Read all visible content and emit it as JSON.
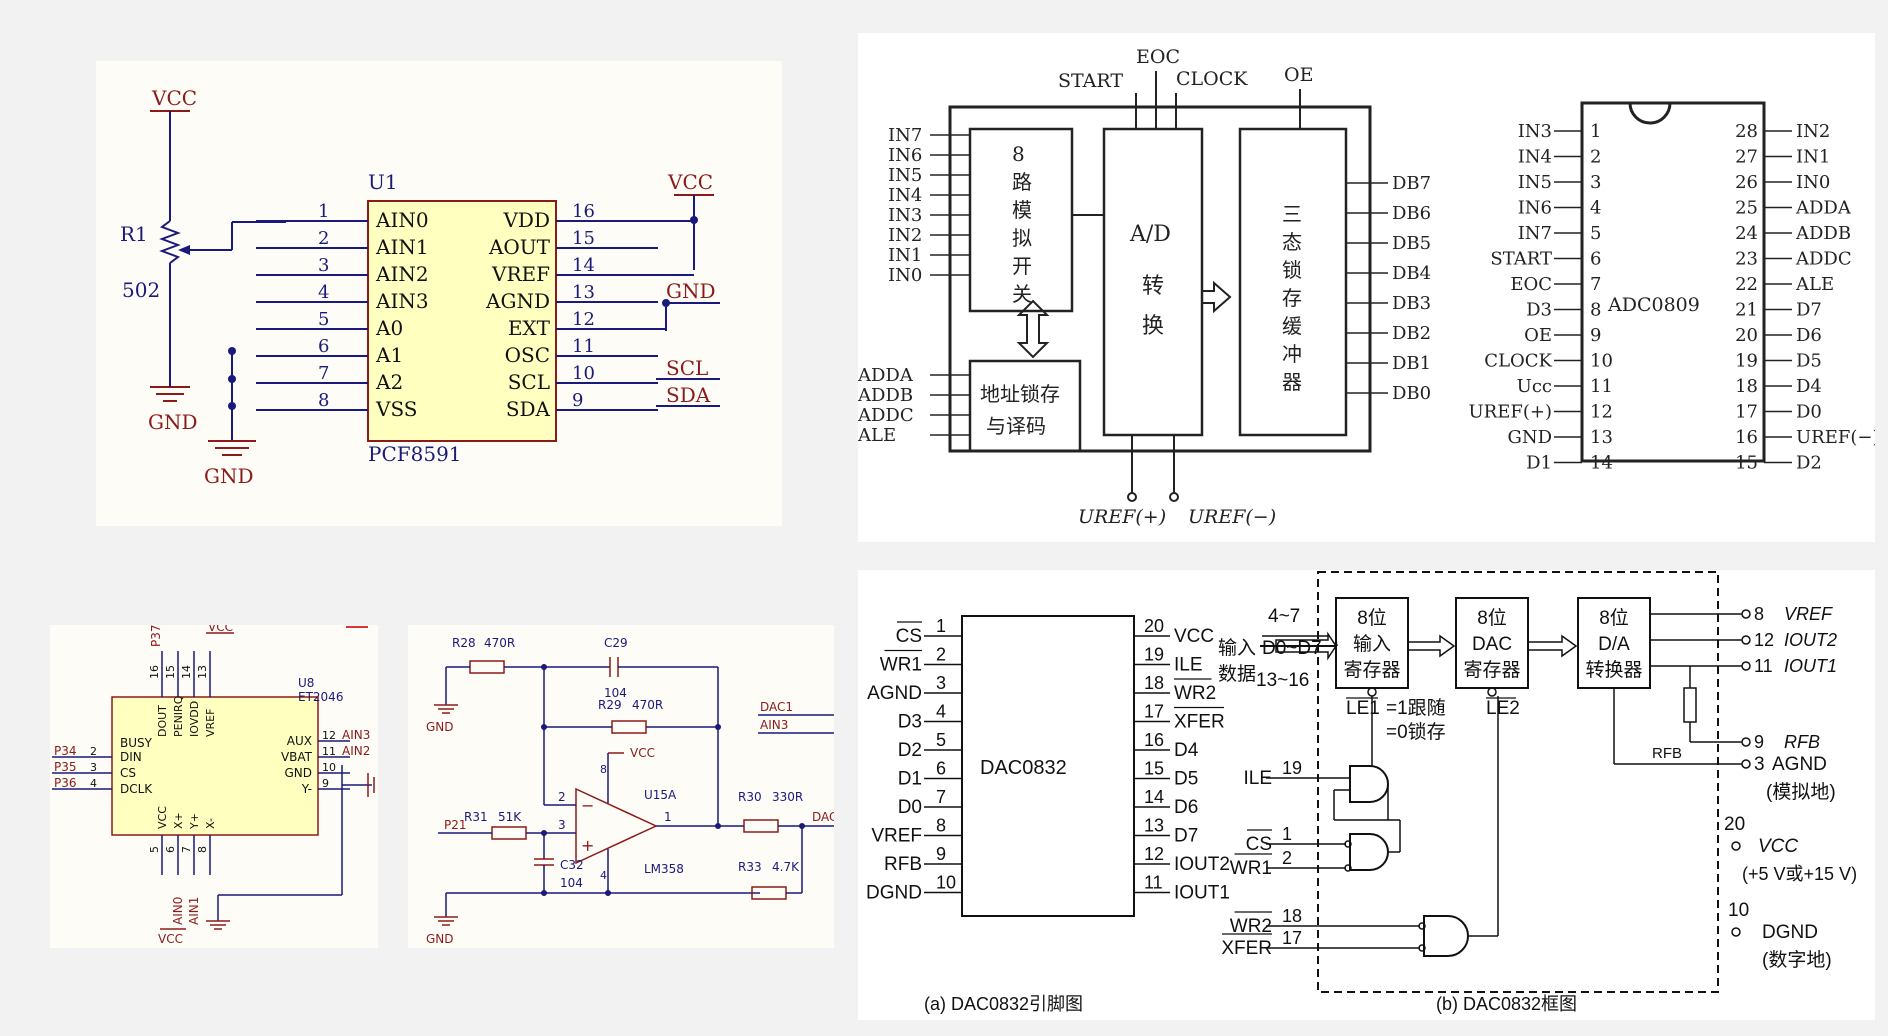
{
  "pcf": {
    "ref": "U1",
    "part": "PCF8591",
    "vcc": "VCC",
    "gnd": "GND",
    "r1": "R1",
    "r1v": "502",
    "left": [
      {
        "n": "1",
        "p": "AIN0"
      },
      {
        "n": "2",
        "p": "AIN1"
      },
      {
        "n": "3",
        "p": "AIN2"
      },
      {
        "n": "4",
        "p": "AIN3"
      },
      {
        "n": "5",
        "p": "A0"
      },
      {
        "n": "6",
        "p": "A1"
      },
      {
        "n": "7",
        "p": "A2"
      },
      {
        "n": "8",
        "p": "VSS"
      }
    ],
    "right": [
      {
        "n": "16",
        "p": "VDD"
      },
      {
        "n": "15",
        "p": "AOUT"
      },
      {
        "n": "14",
        "p": "VREF"
      },
      {
        "n": "13",
        "p": "AGND"
      },
      {
        "n": "12",
        "p": "EXT"
      },
      {
        "n": "11",
        "p": "OSC"
      },
      {
        "n": "10",
        "p": "SCL"
      },
      {
        "n": "9",
        "p": "SDA"
      }
    ],
    "net_gnd": "GND",
    "net_scl": "SCL",
    "net_sda": "SDA"
  },
  "adc": {
    "inputs": [
      "IN7",
      "IN6",
      "IN5",
      "IN4",
      "IN3",
      "IN2",
      "IN1",
      "IN0"
    ],
    "top": {
      "start": "START",
      "eoc": "EOC",
      "clock": "CLOCK",
      "oe": "OE"
    },
    "addr": [
      "ADDA",
      "ADDB",
      "ADDC",
      "ALE"
    ],
    "mux": "8路模拟开关",
    "ad1": "A/D",
    "ad2": "转",
    "ad3": "换",
    "latch": "三态锁存缓冲器",
    "addrlatch1": "地址锁存",
    "addrlatch2": "与译码",
    "outputs": [
      "DB7",
      "DB6",
      "DB5",
      "DB4",
      "DB3",
      "DB2",
      "DB1",
      "DB0"
    ],
    "uref_p": "UREF(+)",
    "uref_m": "UREF(−)",
    "chip": "ADC0809",
    "pinsL": [
      {
        "n": "1",
        "p": "IN3"
      },
      {
        "n": "2",
        "p": "IN4"
      },
      {
        "n": "3",
        "p": "IN5"
      },
      {
        "n": "4",
        "p": "IN6"
      },
      {
        "n": "5",
        "p": "IN7"
      },
      {
        "n": "6",
        "p": "START"
      },
      {
        "n": "7",
        "p": "EOC"
      },
      {
        "n": "8",
        "p": "D3"
      },
      {
        "n": "9",
        "p": "OE"
      },
      {
        "n": "10",
        "p": "CLOCK"
      },
      {
        "n": "11",
        "p": "Ucc"
      },
      {
        "n": "12",
        "p": "UREF(+)"
      },
      {
        "n": "13",
        "p": "GND"
      },
      {
        "n": "14",
        "p": "D1"
      }
    ],
    "pinsR": [
      {
        "n": "28",
        "p": "IN2"
      },
      {
        "n": "27",
        "p": "IN1"
      },
      {
        "n": "26",
        "p": "IN0"
      },
      {
        "n": "25",
        "p": "ADDA"
      },
      {
        "n": "24",
        "p": "ADDB"
      },
      {
        "n": "23",
        "p": "ADDC"
      },
      {
        "n": "22",
        "p": "ALE"
      },
      {
        "n": "21",
        "p": "D7"
      },
      {
        "n": "20",
        "p": "D6"
      },
      {
        "n": "19",
        "p": "D5"
      },
      {
        "n": "18",
        "p": "D4"
      },
      {
        "n": "17",
        "p": "D0"
      },
      {
        "n": "16",
        "p": "UREF(−)"
      },
      {
        "n": "15",
        "p": "D2"
      }
    ]
  },
  "et": {
    "ref": "U8",
    "part": "ET2046",
    "p37": "P37",
    "vcc": "VCC",
    "top": [
      {
        "n": "16",
        "p": "DOUT"
      },
      {
        "n": "15",
        "p": "PENIRQ"
      },
      {
        "n": "14",
        "p": "IOVDD"
      },
      {
        "n": "13",
        "p": "VREF"
      }
    ],
    "left": [
      {
        "net": "P34",
        "n": "2",
        "p": "DIN"
      },
      {
        "net": "P35",
        "n": "3",
        "p": "CS"
      },
      {
        "net": "P36",
        "n": "4",
        "p": "DCLK"
      }
    ],
    "busy": "BUSY",
    "right": [
      {
        "p": "AUX",
        "n": "12",
        "net": "AIN3"
      },
      {
        "p": "VBAT",
        "n": "11",
        "net": "AIN2"
      },
      {
        "p": "GND",
        "n": "10",
        "net": ""
      },
      {
        "p": "Y-",
        "n": "9",
        "net": ""
      }
    ],
    "bottom": [
      {
        "n": "5",
        "p": "VCC"
      },
      {
        "n": "6",
        "p": "X+"
      },
      {
        "n": "7",
        "p": "Y+"
      },
      {
        "n": "8",
        "p": "X-"
      }
    ],
    "bnets": [
      "AIN0",
      "AIN1"
    ],
    "vcc2": "VCC"
  },
  "amp": {
    "r28": "R28",
    "r28v": "470R",
    "c29": "C29",
    "c29v": "104",
    "r29": "R29",
    "r29v": "470R",
    "vcc": "VCC",
    "u15": "U15A",
    "lm": "LM358",
    "r31": "R31",
    "r31v": "51K",
    "p21": "P21",
    "c32": "C32",
    "c32v": "104",
    "r30": "R30",
    "r30v": "330R",
    "r33": "R33",
    "r33v": "4.7K",
    "dac1": "DAC1",
    "ain3": "AIN3",
    "dac": "DAC",
    "gnd": "GND",
    "pins": {
      "p2": "2",
      "p3": "3",
      "p8": "8",
      "p4": "4",
      "p1": "1"
    }
  },
  "dac": {
    "chip": "DAC0832",
    "pinsL": [
      {
        "n": "1",
        "p": "CS"
      },
      {
        "n": "2",
        "p": "WR1"
      },
      {
        "n": "3",
        "p": "AGND"
      },
      {
        "n": "4",
        "p": "D3"
      },
      {
        "n": "5",
        "p": "D2"
      },
      {
        "n": "6",
        "p": "D1"
      },
      {
        "n": "7",
        "p": "D0"
      },
      {
        "n": "8",
        "p": "VREF"
      },
      {
        "n": "9",
        "p": "RFB"
      },
      {
        "n": "10",
        "p": "DGND"
      }
    ],
    "pinsR": [
      {
        "n": "20",
        "p": "VCC"
      },
      {
        "n": "19",
        "p": "ILE"
      },
      {
        "n": "18",
        "p": "WR2"
      },
      {
        "n": "17",
        "p": "XFER"
      },
      {
        "n": "16",
        "p": "D4"
      },
      {
        "n": "15",
        "p": "D5"
      },
      {
        "n": "14",
        "p": "D6"
      },
      {
        "n": "13",
        "p": "D7"
      },
      {
        "n": "12",
        "p": "IOUT2"
      },
      {
        "n": "11",
        "p": "IOUT1"
      }
    ],
    "caption_a": "(a) DAC0832引脚图",
    "caption_b": "(b) DAC0832框图",
    "in1": "输入",
    "in2": "数据",
    "r47": "4~7",
    "d0d7": "D0~D7",
    "r1316": "13~16",
    "b1": [
      "8位",
      "输入",
      "寄存器"
    ],
    "b2": [
      "8位",
      "DAC",
      "寄存器"
    ],
    "b3": [
      "8位",
      "D/A",
      "转换器"
    ],
    "le1": "LE1",
    "le2": "LE2",
    "follow": "=1跟随",
    "lock": "=0锁存",
    "ile": "ILE",
    "ile_n": "19",
    "cs": "CS",
    "cs_n": "1",
    "wr1": "WR1",
    "wr1_n": "2",
    "wr2": "WR2",
    "wr2_n": "18",
    "xfer": "XFER",
    "xfer_n": "17",
    "outs": [
      {
        "n": "8",
        "p": "VREF"
      },
      {
        "n": "12",
        "p": "IOUT2"
      },
      {
        "n": "11",
        "p": "IOUT1"
      },
      {
        "n": "9",
        "p": "RFB"
      }
    ],
    "agnd_n": "3",
    "agnd": "AGND",
    "agnd_note": "(模拟地)",
    "rfb": "RFB",
    "vcc_n": "20",
    "vcc": "VCC",
    "vcc_note": "(+5 V或+15 V)",
    "dgnd_n": "10",
    "dgnd": "DGND",
    "dgnd_note": "(数字地)"
  }
}
